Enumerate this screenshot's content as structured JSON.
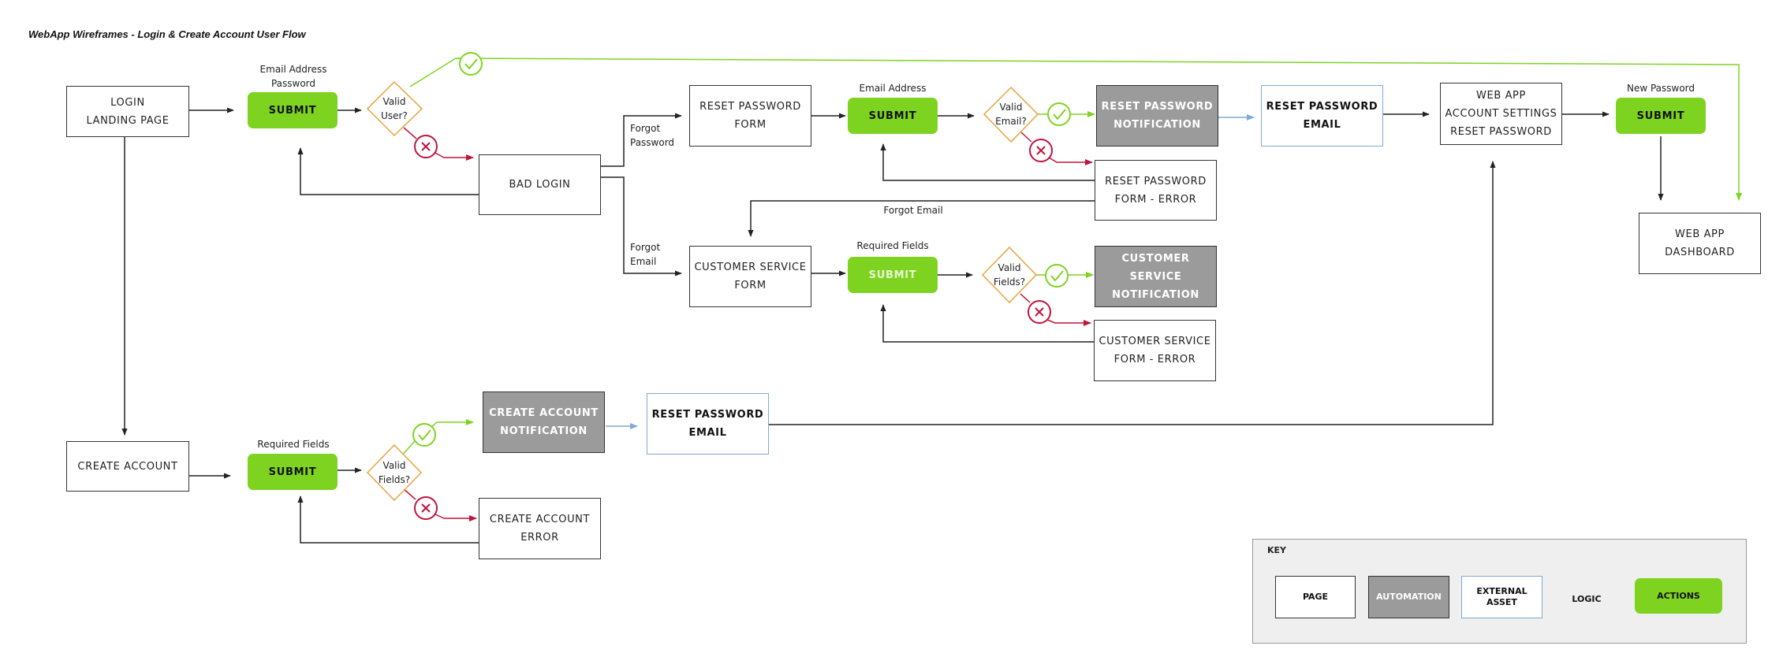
{
  "title": "WebApp Wireframes - Login & Create Account User Flow",
  "pages": {
    "login": "LOGIN\nLANDING PAGE",
    "bad_login": "BAD LOGIN",
    "reset_form": "RESET PASSWORD\nFORM",
    "reset_form_error": "RESET PASSWORD\nFORM - ERROR",
    "cs_form": "CUSTOMER SERVICE\nFORM",
    "cs_form_error": "CUSTOMER SERVICE\nFORM - ERROR",
    "settings": "WEB APP\nACCOUNT SETTINGS\nRESET PASSWORD",
    "dashboard": "WEB APP\nDASHBOARD",
    "create_account": "CREATE ACCOUNT",
    "create_error": "CREATE ACCOUNT\nERROR"
  },
  "automations": {
    "reset_notification": "RESET PASSWORD\nNOTIFICATION",
    "cs_notification": "CUSTOMER SERVICE\nNOTIFICATION",
    "create_notification": "CREATE ACCOUNT\nNOTIFICATION"
  },
  "external": {
    "reset_email_top": "RESET PASSWORD\nEMAIL",
    "reset_email_bottom": "RESET PASSWORD\nEMAIL"
  },
  "actions": {
    "submit_label": "SUBMIT"
  },
  "logic": {
    "valid_user": "Valid\nUser?",
    "valid_email": "Valid\nEmail?",
    "valid_fields_cs": "Valid\nFields?",
    "valid_fields_create": "Valid\nFields?"
  },
  "labels": {
    "login_fields": "Email Address\nPassword",
    "reset_fields": "Email Address",
    "cs_fields": "Required Fields",
    "new_password": "New Password",
    "create_fields": "Required Fields",
    "forgot_password": "Forgot\nPassword",
    "forgot_email_branch": "Forgot\nEmail",
    "forgot_email_line": "Forgot Email"
  },
  "key": {
    "title": "KEY",
    "page": "PAGE",
    "automation": "AUTOMATION",
    "external": "EXTERNAL\nASSET",
    "logic": "LOGIC",
    "actions": "ACTIONS"
  },
  "colors": {
    "action_green": "#7ed321",
    "success_green": "#7ed321",
    "error_red": "#c0143c",
    "logic_orange": "#e8a33d",
    "automation_gray": "#9b9b9b",
    "external_blue": "#7fa9d6",
    "line_dark": "#222222"
  }
}
